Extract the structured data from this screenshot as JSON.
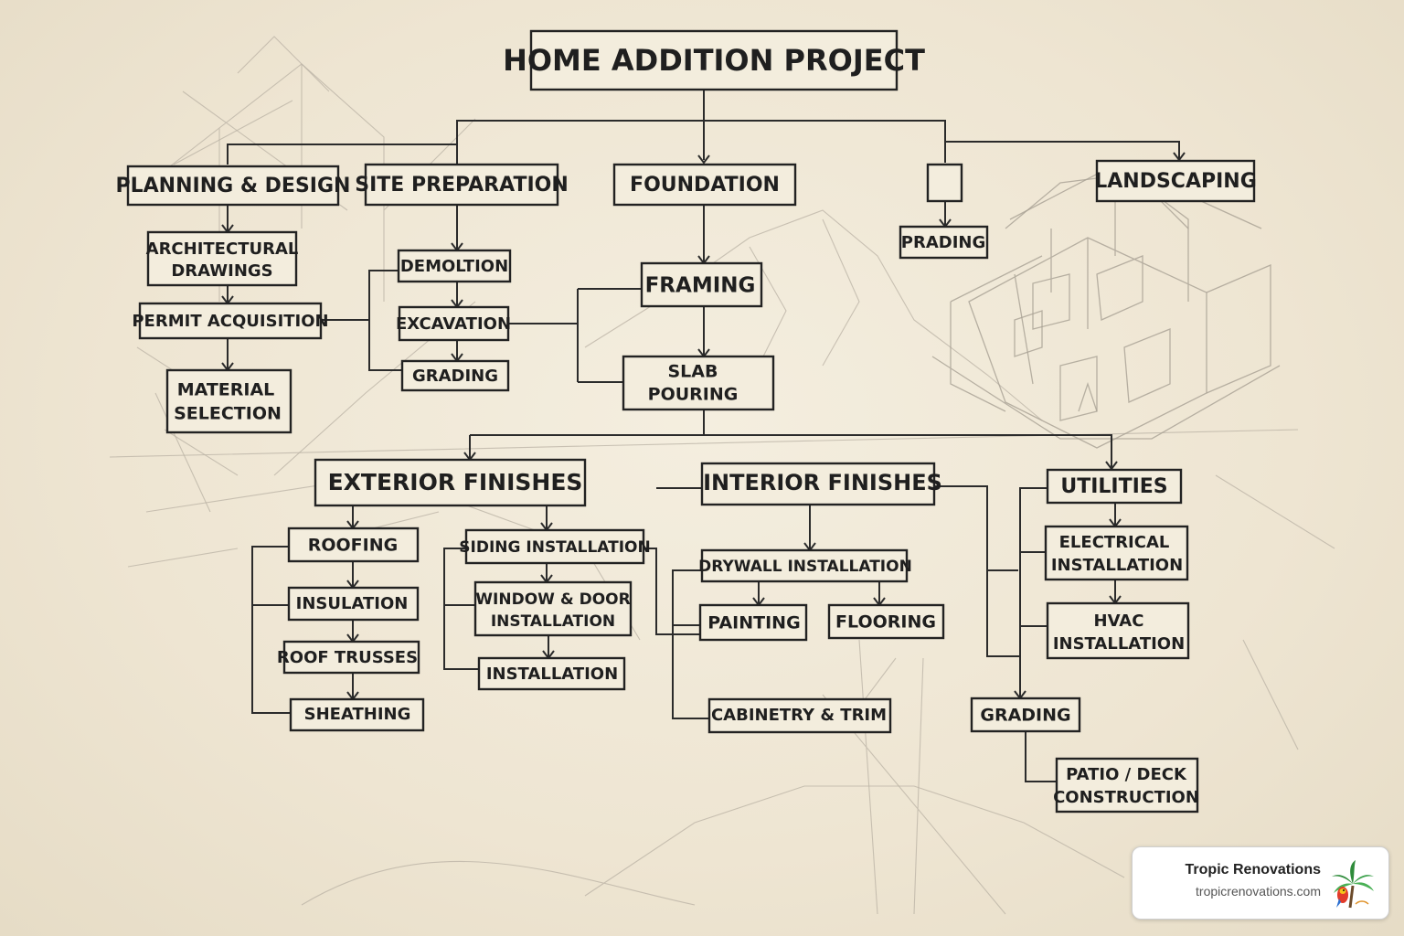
{
  "diagram": {
    "title": "HOME ADDITION PROJECT",
    "nodes": {
      "planning_design": "PLANNING & DESIGN",
      "site_preparation": "SITE PREPARATION",
      "foundation": "FOUNDATION",
      "blank": "",
      "landscaping": "LANDSCAPING",
      "architectural_drawings": [
        "ARCHITECTURAL",
        "DRAWINGS"
      ],
      "permit_acquisition": "PERMIT ACQUISITION",
      "material_selection": [
        "MATERIAL",
        "SELECTION"
      ],
      "demolition": "DEMOLTION",
      "excavation": "EXCAVATION",
      "grading_site": "GRADING",
      "framing": "FRAMING",
      "slab_pouring": [
        "SLAB",
        "POURING"
      ],
      "prading": "PRADING",
      "exterior_finishes": "EXTERIOR FINISHES",
      "interior_finishes": "INTERIOR FINISHES",
      "utilities": "UTILITIES",
      "roofing": "ROOFING",
      "insulation": "INSULATION",
      "roof_trusses": "ROOF TRUSSES",
      "sheathing": "SHEATHING",
      "siding_installation": "SIDING INSTALLATION",
      "window_door": [
        "WINDOW & DOOR",
        "INSTALLATION"
      ],
      "installation": "INSTALLATION",
      "drywall": "DRYWALL INSTALLATION",
      "painting": "PAINTING",
      "flooring": "FLOORING",
      "cabinetry": "CABINETRY & TRIM",
      "electrical": [
        "ELECTRICAL",
        "INSTALLATION"
      ],
      "hvac": [
        "HVAC",
        "INSTALLATION"
      ],
      "grading_land": "GRADING",
      "patio_deck": [
        "PATIO / DECK",
        "CONSTRUCTION"
      ]
    }
  },
  "badge": {
    "name": "Tropic Renovations",
    "url": "tropicrenovations.com",
    "logo_icon": "palm-tree-parrot-logo"
  }
}
